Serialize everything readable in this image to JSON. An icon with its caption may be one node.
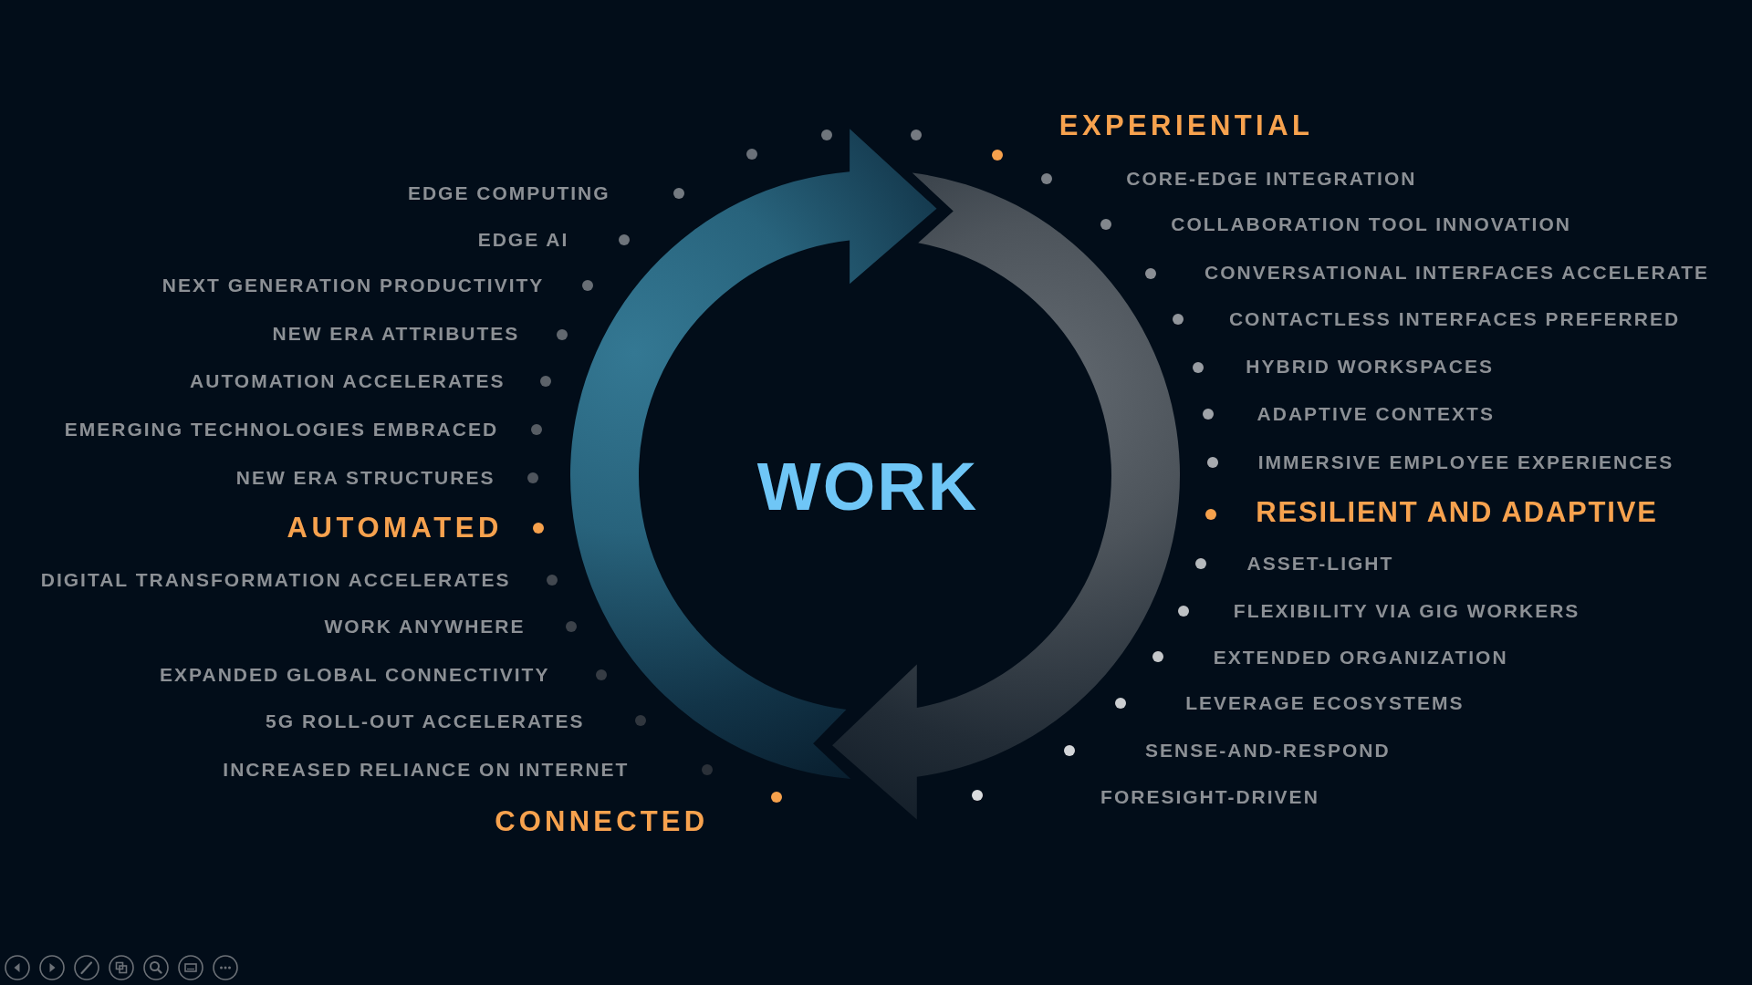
{
  "diagram": {
    "nodes": [
      {
        "text": [
          "WORK"
        ]
      }
    ],
    "labels": [
      "EDGE COMPUTING",
      "EDGE AI",
      "NEXT GENERATION PRODUCTIVITY",
      "NEW ERA ATTRIBUTES",
      "AUTOMATION ACCELERATES",
      "EMERGING TECHNOLOGIES EMBRACED",
      "NEW ERA STRUCTURES",
      "AUTOMATED",
      "DIGITAL TRANSFORMATION ACCELERATES",
      "WORK ANYWHERE",
      "EXPANDED GLOBAL CONNECTIVITY",
      "5G ROLL-OUT ACCELERATES",
      "INCREASED RELIANCE ON INTERNET",
      "CONNECTED",
      "EXPERIENTIAL",
      "CORE-EDGE INTEGRATION",
      "COLLABORATION TOOL INNOVATION",
      "CONVERSATIONAL INTERFACES ACCELERATE",
      "CONTACTLESS INTERFACES PREFERRED",
      "HYBRID WORKSPACES",
      "ADAPTIVE CONTEXTS",
      "IMMERSIVE EMPLOYEE EXPERIENCES",
      "RESILIENT AND ADAPTIVE",
      "ASSET-LIGHT",
      "FLEXIBILITY VIA GIG WORKERS",
      "EXTENDED ORGANIZATION",
      "LEVERAGE ECOSYSTEMS",
      "SENSE-AND-RESPOND",
      "FORESIGHT-DRIVEN"
    ]
  }
}
